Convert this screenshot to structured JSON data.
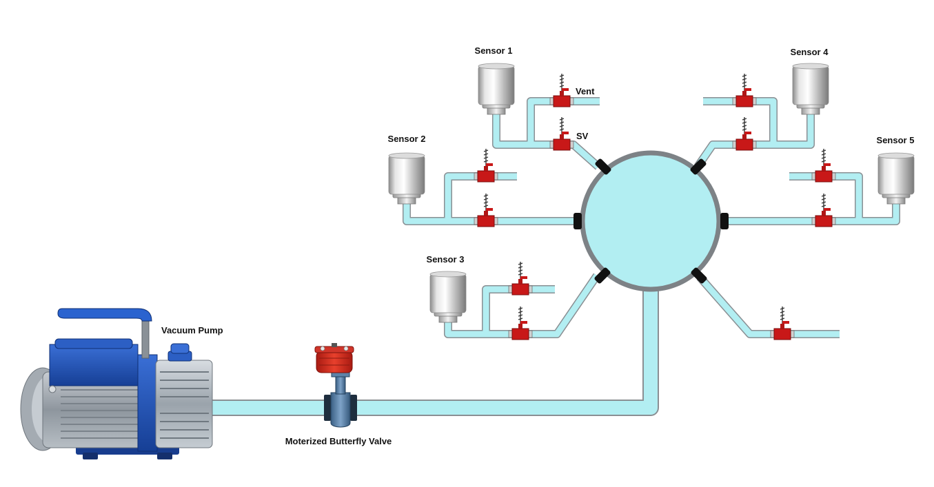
{
  "labels": {
    "sensor1": "Sensor 1",
    "sensor2": "Sensor 2",
    "sensor3": "Sensor 3",
    "sensor4": "Sensor 4",
    "sensor5": "Sensor 5",
    "vent": "Vent",
    "sv": "SV",
    "pump": "Vacuum Pump",
    "butterfly": "Moterized Butterfly Valve"
  },
  "colors": {
    "pipe_fill": "#b2eef2",
    "pipe_border": "#8a8f93",
    "chamber_fill": "#b2eef2",
    "chamber_border": "#7d8286",
    "valve_red": "#c81818",
    "pump_blue": "#1d4fb4"
  }
}
